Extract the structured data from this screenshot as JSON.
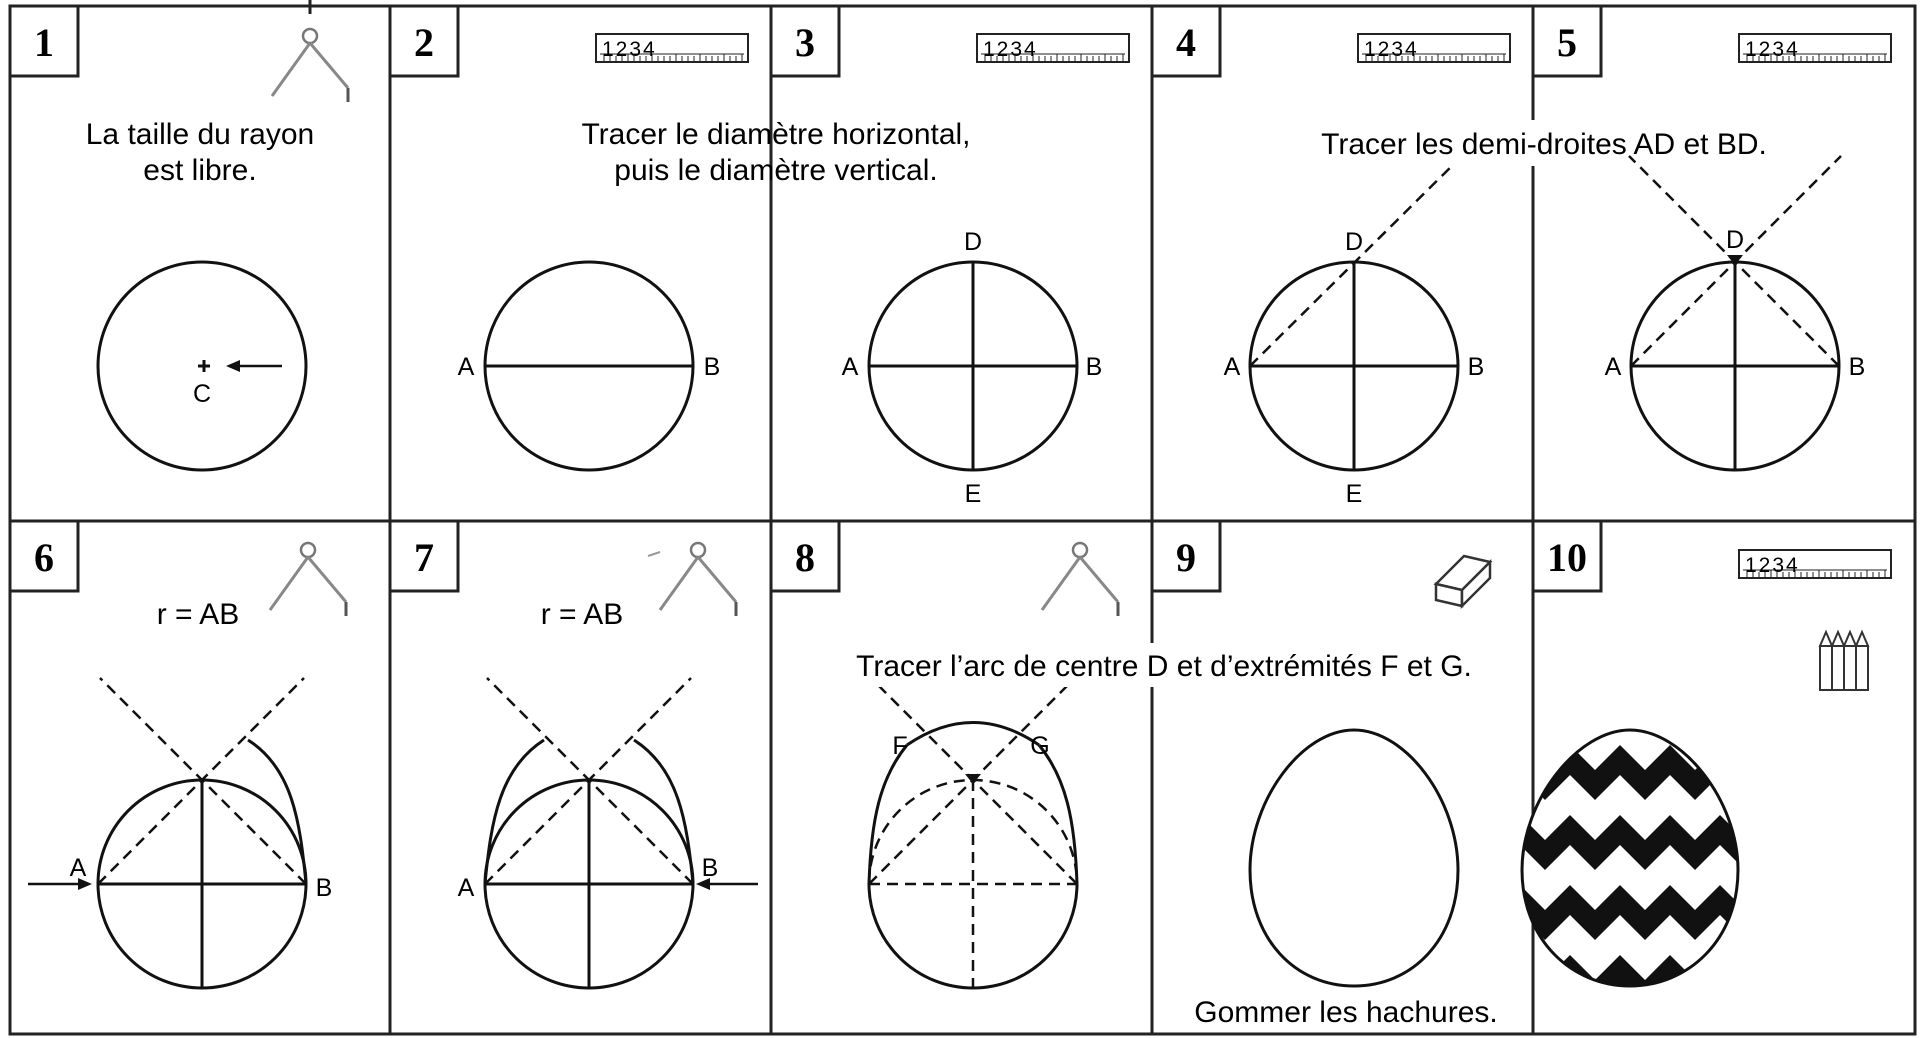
{
  "colors": {
    "ink": "#111111",
    "paper": "#ffffff",
    "frame": "#222222"
  },
  "steps": [
    {
      "number": "1",
      "tool": "compass-icon",
      "caption_lines": [
        "La taille du rayon",
        "est libre."
      ],
      "point_labels": {
        "center": "C"
      }
    },
    {
      "number": "2",
      "tool": "ruler-icon",
      "caption_lines": [
        "Tracer le diamètre horizontal,",
        "puis le diamètre vertical."
      ],
      "point_labels": {
        "left": "A",
        "right": "B"
      }
    },
    {
      "number": "3",
      "tool": "ruler-icon",
      "caption_lines": [],
      "point_labels": {
        "left": "A",
        "right": "B",
        "top": "D",
        "bottom": "E"
      }
    },
    {
      "number": "4",
      "tool": "ruler-icon",
      "caption_lines": [
        "Tracer les demi-droites AD et BD."
      ],
      "point_labels": {
        "left": "A",
        "right": "B",
        "top": "D",
        "bottom": "E"
      }
    },
    {
      "number": "5",
      "tool": "ruler-icon",
      "caption_lines": [],
      "point_labels": {
        "left": "A",
        "right": "B",
        "top": "D"
      }
    },
    {
      "number": "6",
      "tool": "compass-icon",
      "caption_lines": [
        "r = AB"
      ],
      "point_labels": {
        "left": "A",
        "right": "B"
      }
    },
    {
      "number": "7",
      "tool": "compass-icon",
      "caption_lines": [
        "r = AB"
      ],
      "point_labels": {
        "left": "A",
        "right": "B"
      }
    },
    {
      "number": "8",
      "tool": "compass-icon",
      "caption_lines": [
        "Tracer l’arc de centre D et d’extrémités F et G."
      ],
      "point_labels": {
        "left_arc": "F",
        "right_arc": "G"
      }
    },
    {
      "number": "9",
      "tool": "eraser-icon",
      "caption_lines": [
        "Gommer les hachures."
      ],
      "point_labels": {}
    },
    {
      "number": "10",
      "tool": "pencils-icon",
      "secondary_tool": "ruler-icon",
      "caption_lines": [],
      "point_labels": {}
    }
  ],
  "ruler_text": "1234"
}
